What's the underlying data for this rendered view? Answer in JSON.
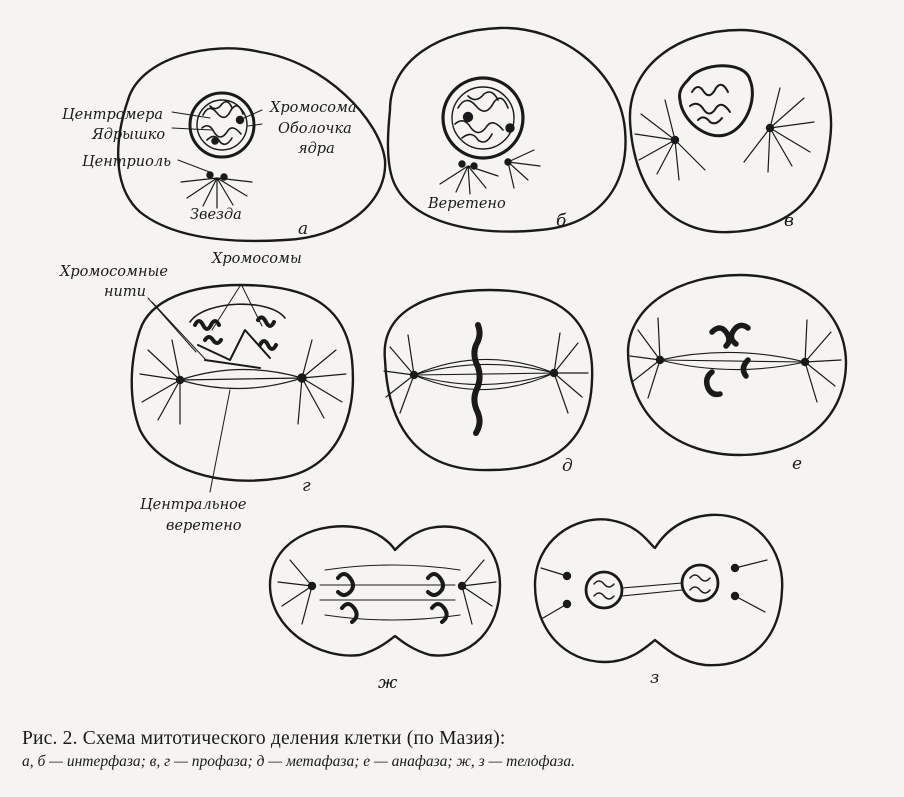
{
  "figure": {
    "labels": {
      "centromere": "Центромера",
      "nucleoli": "Ядрышко",
      "centriole": "Центриоль",
      "chromosome": "Хромосома",
      "envelope_1": "Оболочка",
      "envelope_2": "ядра",
      "star": "Звезда",
      "spindle": "Веретено",
      "chromosomal_threads_1": "Хромосомные",
      "chromosomal_threads_2": "нити",
      "chromosomes": "Хромосомы",
      "central_spindle_1": "Центральное",
      "central_spindle_2": "веретено"
    },
    "panel_letters": [
      "а",
      "б",
      "в",
      "г",
      "д",
      "е",
      "ж",
      "з"
    ]
  },
  "caption": {
    "line1": "Рис. 2. Схема митотического деления клетки (по Мазия):",
    "line2": "а, б — интерфаза; в, г — профаза; д — метафаза; е — анафаза; ж, з — телофаза."
  }
}
